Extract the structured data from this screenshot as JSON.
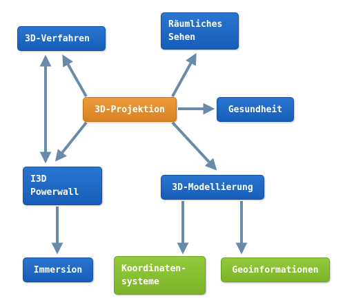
{
  "colors": {
    "blue": "#1f67c3",
    "orange": "#e08c2c",
    "green": "#86bc30",
    "arrow": "#6a8aaa"
  },
  "nodes": {
    "verfahren": "3D-Verfahren",
    "raeumliches": "Räumliches\nSehen",
    "projektion": "3D-Projektion",
    "gesundheit": "Gesundheit",
    "powerwall": "I3D\nPowerwall",
    "modellierung": "3D-Modellierung",
    "immersion": "Immersion",
    "koordinaten": "Koordinaten-\nsysteme",
    "geoinformationen": "Geoinformationen"
  }
}
